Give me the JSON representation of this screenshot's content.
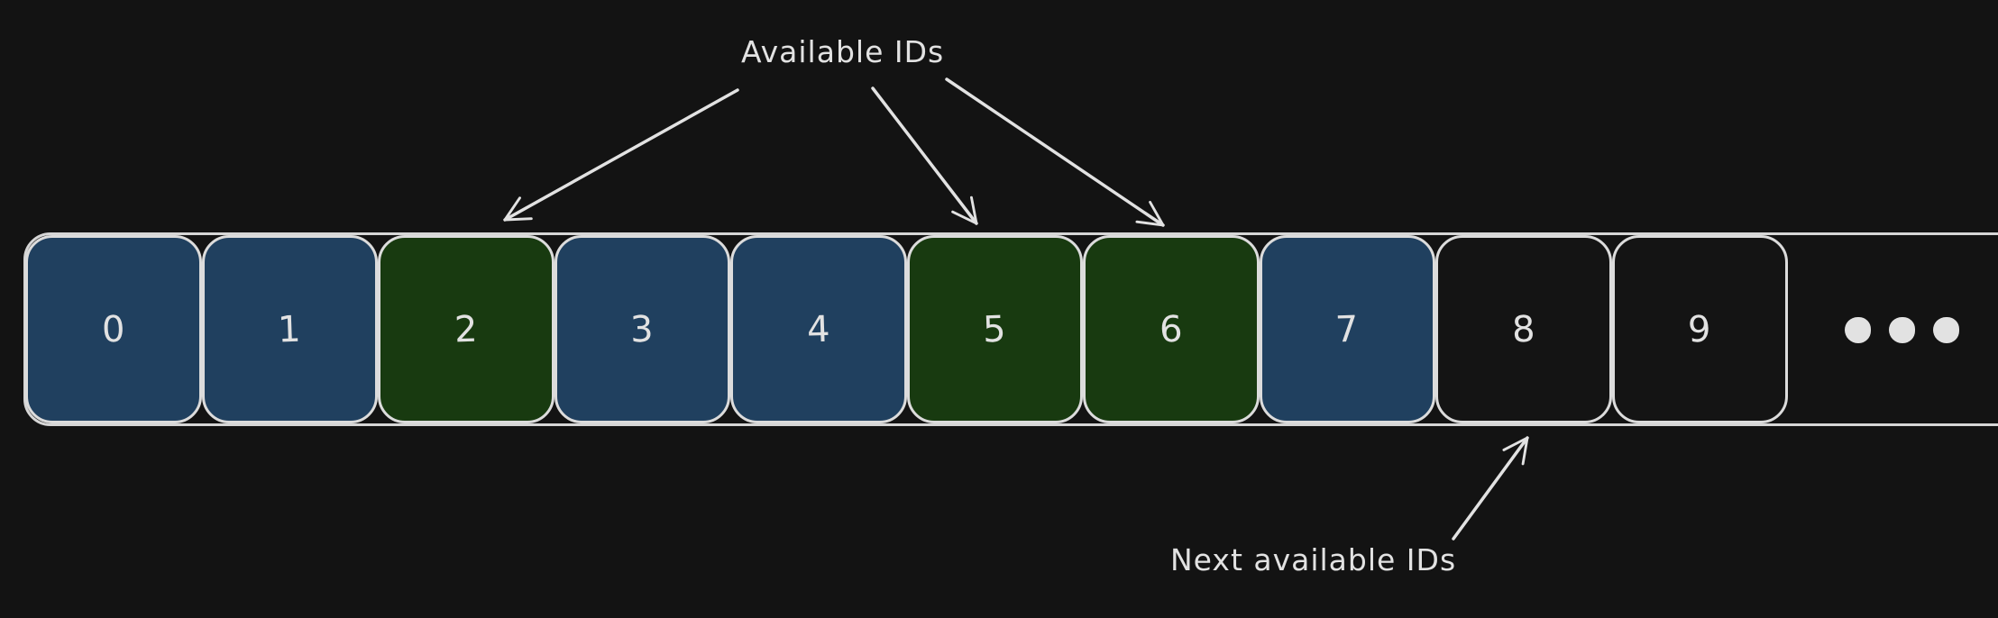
{
  "diagram": {
    "labels": {
      "available_ids": "Available IDs",
      "next_available_ids": "Next available IDs"
    },
    "track": {
      "cells": [
        {
          "label": "0",
          "state": "used"
        },
        {
          "label": "1",
          "state": "used"
        },
        {
          "label": "2",
          "state": "available"
        },
        {
          "label": "3",
          "state": "used"
        },
        {
          "label": "4",
          "state": "used"
        },
        {
          "label": "5",
          "state": "available"
        },
        {
          "label": "6",
          "state": "available"
        },
        {
          "label": "7",
          "state": "used"
        },
        {
          "label": "8",
          "state": "next"
        },
        {
          "label": "9",
          "state": "next"
        }
      ],
      "ellipsis_dots": 3
    },
    "annotations": {
      "available_arrow_targets": [
        "2",
        "5",
        "6"
      ],
      "next_arrow_targets": [
        "8"
      ]
    },
    "colors": {
      "background": "#131313",
      "cell-used": "#20405f",
      "cell-available": "#183a10",
      "cell-next": "#141414",
      "stroke": "#dcdcdc",
      "stroke-dim": "#d6d6d6",
      "text": "#e2e2e2"
    }
  }
}
